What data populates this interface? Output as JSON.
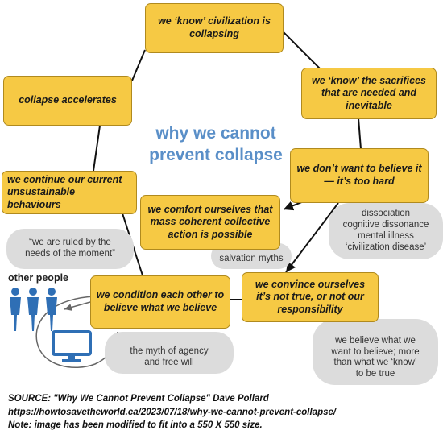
{
  "title": [
    "why we cannot",
    "prevent collapse"
  ],
  "nodes": {
    "know_collapsing": "we ‘know’ civilization is collapsing",
    "know_sacrifices": "we ‘know’ the sacrifices that are needed and inevitable",
    "dont_want_believe": "we don’t want to believe it — it’s too hard",
    "convince_ourselves": "we convince ourselves it’s not true, or not our responsibility",
    "condition_each_other": "we condition each other to believe what we believe",
    "comfort_ourselves": "we comfort ourselves that mass coherent collective action is possible",
    "continue_behaviours": "we continue our current unsustainable behaviours",
    "collapse_accelerates": "collapse accelerates"
  },
  "clouds": {
    "dissociation": [
      "dissociation",
      "cognitive dissonance",
      "mental illness",
      "‘civilization disease’"
    ],
    "salvation": "salvation myths",
    "ruled": [
      "“we are ruled by the",
      "needs of the moment”"
    ],
    "agency": [
      "the myth of agency",
      "and free will"
    ],
    "believe_want": [
      "we believe what we",
      "want to believe; more",
      "than what we ‘know’",
      "to be true"
    ]
  },
  "other_people": "other people",
  "icons": [
    "people-icon",
    "monitor-icon"
  ],
  "colors": {
    "node_fill": "#f6c944",
    "node_border": "#b08a1e",
    "title": "#5a8fc8",
    "icon_blue": "#2f6fb5",
    "cloud": "#dcdcdc"
  },
  "source": {
    "line1": "SOURCE: \"Why We Cannot Prevent Collapse\"  Dave Pollard",
    "line2": "https://howtosavetheworld.ca/2023/07/18/why-we-cannot-prevent-collapse/",
    "line3": "Note: image has been modified to fit into a 550 X 550 size."
  }
}
